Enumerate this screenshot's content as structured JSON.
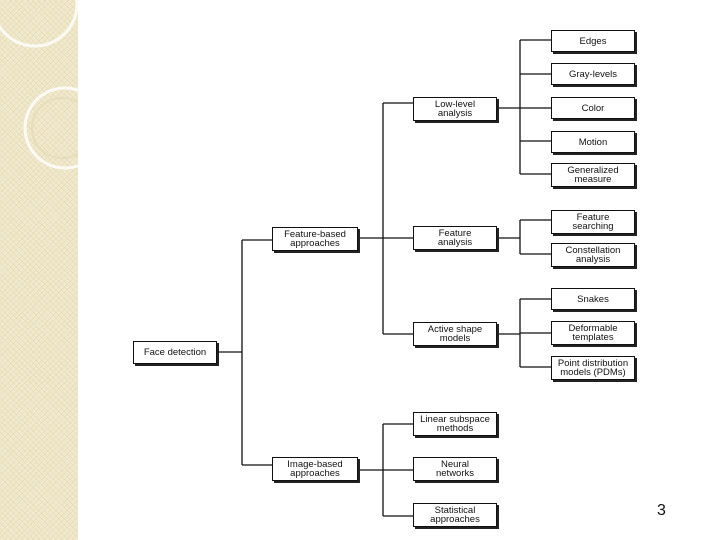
{
  "nodes": {
    "face_detection": "Face detection",
    "feature_based": "Feature-based\napproaches",
    "image_based": "Image-based\napproaches",
    "low_level": "Low-level\nanalysis",
    "feature_analysis": "Feature\nanalysis",
    "active_shape": "Active shape\nmodels",
    "linear_subspace": "Linear subspace\nmethods",
    "neural_networks": "Neural\nnetworks",
    "statistical": "Statistical\napproaches",
    "edges": "Edges",
    "gray_levels": "Gray-levels",
    "color": "Color",
    "motion": "Motion",
    "generalized": "Generalized\nmeasure",
    "feature_searching": "Feature\nsearching",
    "constellation": "Constellation\nanalysis",
    "snakes": "Snakes",
    "deformable": "Deformable\ntemplates",
    "pdm": "Point distribution\nmodels (PDMs)"
  },
  "page_number": "3",
  "colors": {
    "sidebar": "#f1e9cc",
    "line": "#111111"
  }
}
